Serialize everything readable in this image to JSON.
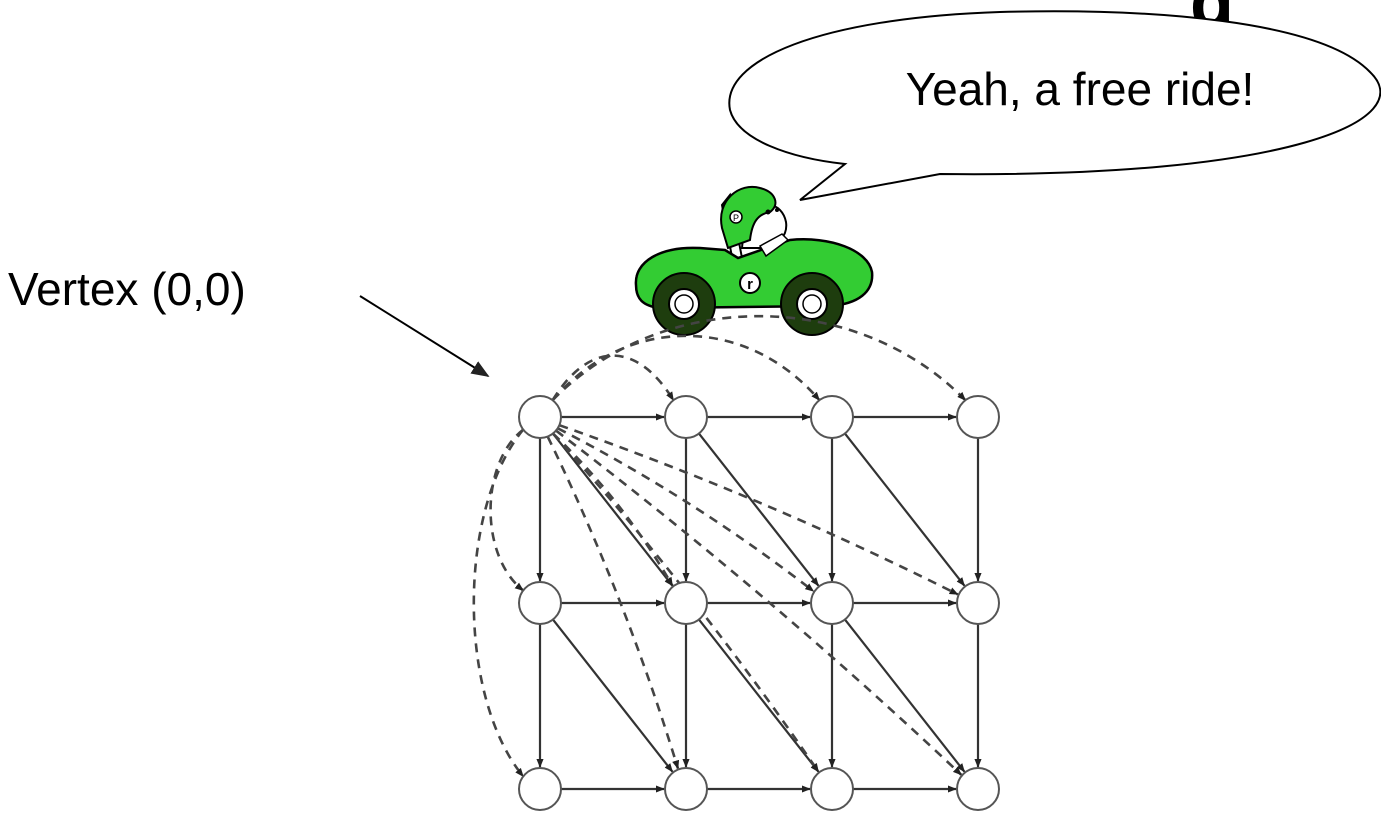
{
  "heading_partial": "g",
  "callout": {
    "text": "Vertex (0,0)",
    "target_node": "0,0"
  },
  "speech_bubble": {
    "text": "Yeah, a free ride!"
  },
  "car": {
    "color": "#33cc33",
    "dark_color": "#1e3d0e",
    "badge_letter": "r",
    "helmet_letter": "P"
  },
  "graph": {
    "rows": 3,
    "cols": 4,
    "solid_edges": [
      [
        "0,0",
        "0,1"
      ],
      [
        "0,1",
        "0,2"
      ],
      [
        "0,2",
        "0,3"
      ],
      [
        "1,0",
        "1,1"
      ],
      [
        "1,1",
        "1,2"
      ],
      [
        "1,2",
        "1,3"
      ],
      [
        "2,0",
        "2,1"
      ],
      [
        "2,1",
        "2,2"
      ],
      [
        "2,2",
        "2,3"
      ],
      [
        "0,0",
        "1,0"
      ],
      [
        "1,0",
        "2,0"
      ],
      [
        "0,1",
        "1,1"
      ],
      [
        "1,1",
        "2,1"
      ],
      [
        "0,2",
        "1,2"
      ],
      [
        "1,2",
        "2,2"
      ],
      [
        "0,3",
        "1,3"
      ],
      [
        "1,3",
        "2,3"
      ],
      [
        "0,0",
        "1,1"
      ],
      [
        "0,1",
        "1,2"
      ],
      [
        "0,2",
        "1,3"
      ],
      [
        "1,0",
        "2,1"
      ],
      [
        "1,1",
        "2,2"
      ],
      [
        "1,2",
        "2,3"
      ]
    ],
    "dashed_edges": [
      [
        "0,0",
        "0,1"
      ],
      [
        "0,0",
        "0,2"
      ],
      [
        "0,0",
        "0,3"
      ],
      [
        "0,0",
        "1,0"
      ],
      [
        "0,0",
        "2,0"
      ],
      [
        "0,0",
        "1,1"
      ],
      [
        "0,0",
        "1,2"
      ],
      [
        "0,0",
        "1,3"
      ],
      [
        "0,0",
        "2,1"
      ],
      [
        "0,0",
        "2,2"
      ],
      [
        "0,0",
        "2,3"
      ]
    ]
  }
}
